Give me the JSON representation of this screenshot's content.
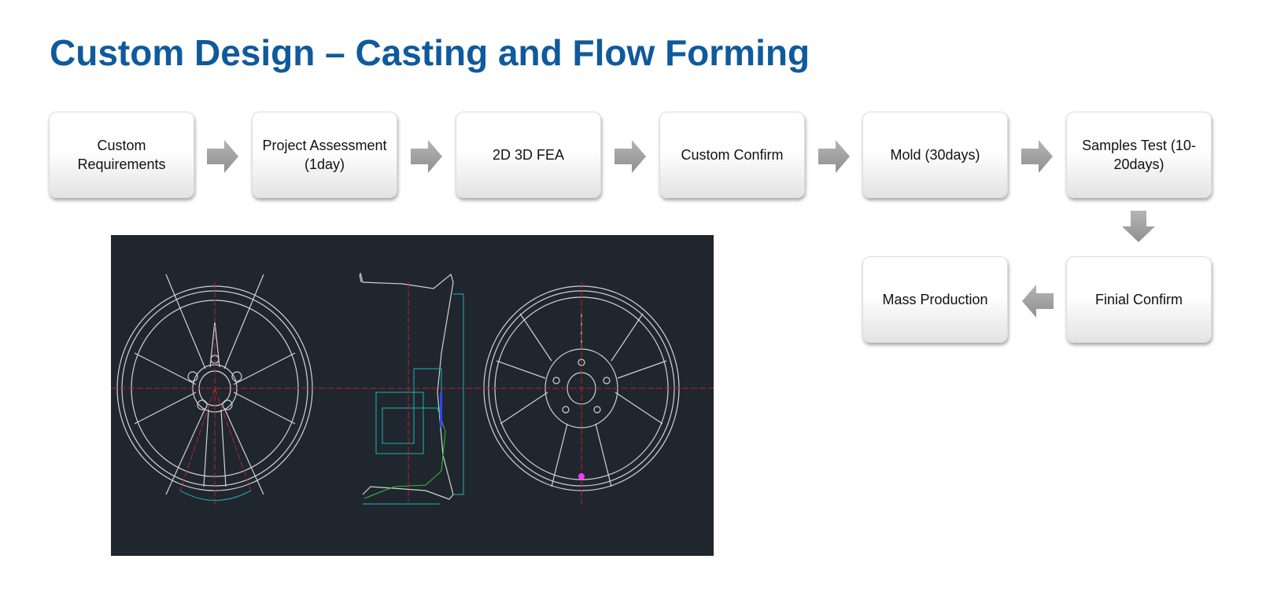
{
  "title": "Custom Design – Casting and Flow Forming",
  "steps": [
    "Custom Requirements",
    "Project Assessment (1day)",
    "2D 3D FEA",
    "Custom Confirm",
    "Mold (30days)",
    "Samples Test (10-20days)",
    "Finial Confirm",
    "Mass Production"
  ],
  "colors": {
    "title": "#0f5a9c",
    "cad_bg": "#20262e",
    "arrow": "#a6a6a6"
  }
}
